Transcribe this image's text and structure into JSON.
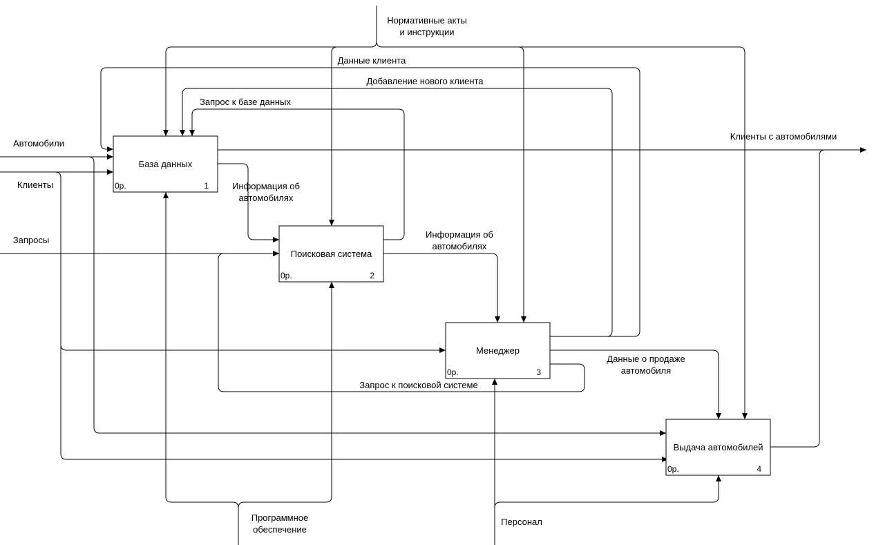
{
  "boxes": [
    {
      "id": "b1",
      "title": "База данных",
      "cost": "0р.",
      "number": "1"
    },
    {
      "id": "b2",
      "title": "Поисковая система",
      "cost": "0р.",
      "number": "2"
    },
    {
      "id": "b3",
      "title": "Менеджер",
      "cost": "0р.",
      "number": "3"
    },
    {
      "id": "b4",
      "title": "Выдача автомобилей",
      "cost": "0р.",
      "number": "4"
    }
  ],
  "arrows": {
    "controls": [
      "Нормативные акты",
      "и инструкции"
    ],
    "client_data": "Данные клиента",
    "add_client": "Добавление нового клиента",
    "db_query": "Запрос к базе данных",
    "output_clients": "Клиенты с автомобилями",
    "input_cars": "Автомобили",
    "input_clients": "Клиенты",
    "input_requests": "Запросы",
    "car_info_1": [
      "Информация об",
      "автомобилях"
    ],
    "car_info_2": [
      "Информация об",
      "автомобилях"
    ],
    "sale_data": [
      "Данные о продаже",
      "автомобиля"
    ],
    "search_query": "Запрос к поисковой системе",
    "software": [
      "Программное",
      "обеспечение"
    ],
    "staff": "Персонал"
  }
}
